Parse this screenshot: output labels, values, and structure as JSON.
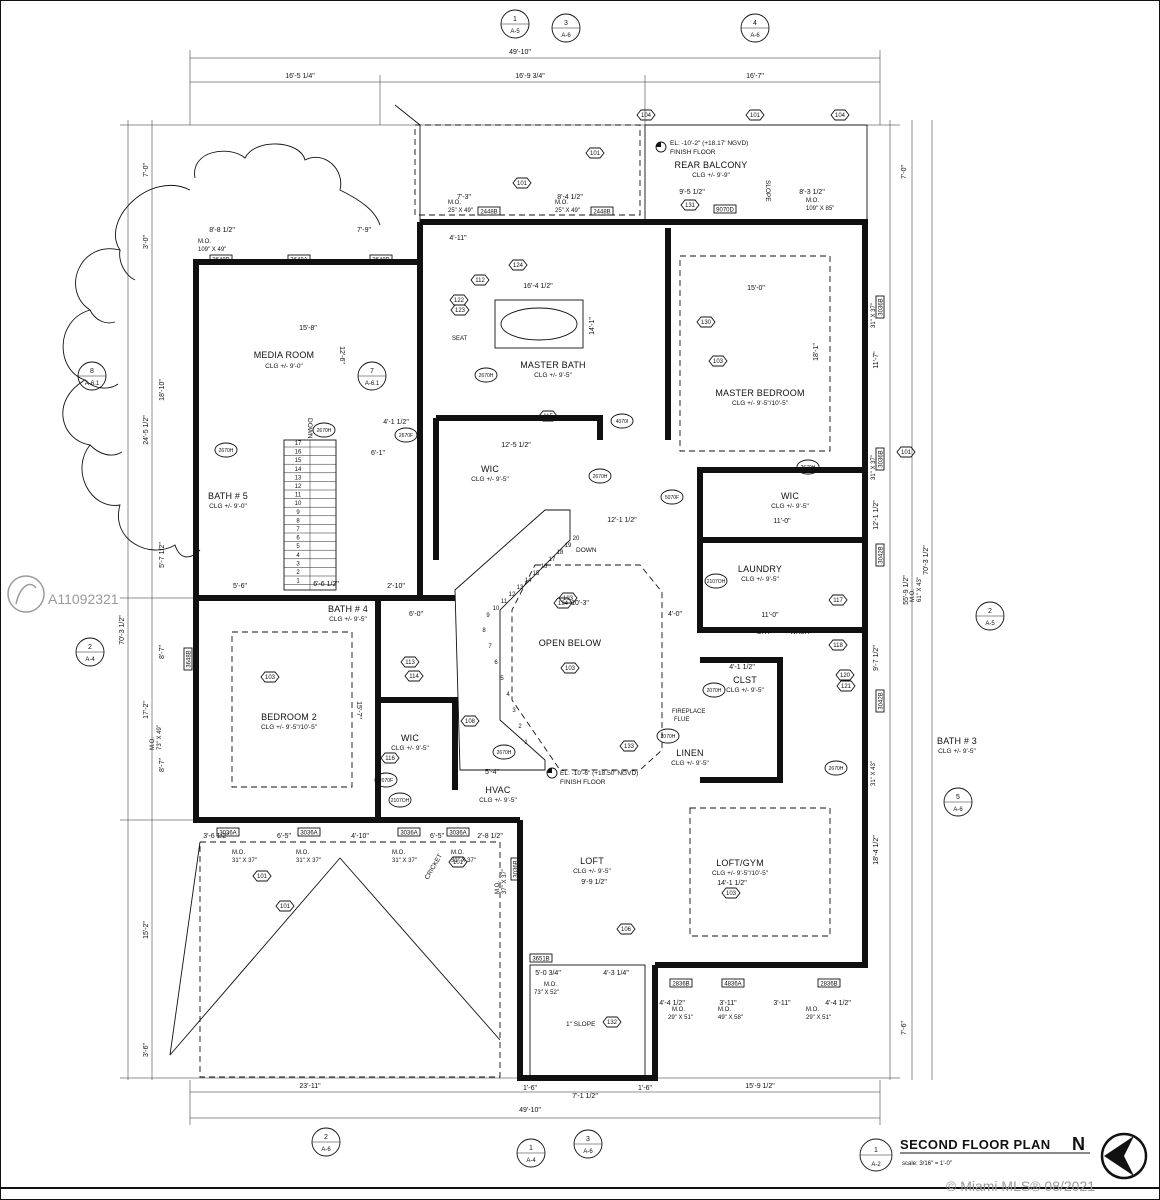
{
  "sheet": {
    "title": "SECOND FLOOR PLAN",
    "north": "N",
    "scale": "scale: 3/16\" = 1'-0\"",
    "sheet_ref_num": "1",
    "sheet_ref_sheet": "A-2",
    "watermark_id": "A11092321",
    "watermark_credit": "© Miami MLS® 08/2021"
  },
  "rooms": {
    "media_room": {
      "name": "MEDIA ROOM",
      "clg": "CLG +/- 9'-0\""
    },
    "master_bath": {
      "name": "MASTER BATH",
      "clg": "CLG +/- 9'-5\""
    },
    "master_bedroom": {
      "name": "MASTER BEDROOM",
      "clg": "CLG +/- 9'-5\"/10'-5\""
    },
    "rear_balcony": {
      "name": "REAR BALCONY",
      "clg": "CLG +/- 9'-9\""
    },
    "wic_master": {
      "name": "WIC",
      "clg": "CLG +/- 9'-5\""
    },
    "wic_right": {
      "name": "WIC",
      "clg": "CLG +/- 9'-5\""
    },
    "bath5": {
      "name": "BATH # 5",
      "clg": "CLG +/- 9'-0\""
    },
    "bath4": {
      "name": "BATH # 4",
      "clg": "CLG +/- 9'-5\""
    },
    "bath3": {
      "name": "BATH # 3",
      "clg": "CLG +/- 9'-5\""
    },
    "bedroom2": {
      "name": "BEDROOM 2",
      "clg": "CLG +/- 9'-5\"/10'-5\""
    },
    "wic_bed2": {
      "name": "WIC",
      "clg": "CLG +/- 9'-5\""
    },
    "open_below": {
      "name": "OPEN BELOW"
    },
    "laundry": {
      "name": "LAUNDRY",
      "clg": "CLG +/- 9'-5\""
    },
    "clst": {
      "name": "CLST",
      "clg": "CLG +/- 9'-5\""
    },
    "linen": {
      "name": "LINEN",
      "clg": "CLG +/- 9'-5\""
    },
    "hvac": {
      "name": "HVAC",
      "clg": "CLG +/- 9'-5\""
    },
    "loft": {
      "name": "LOFT",
      "clg": "CLG +/- 9'-5\""
    },
    "loft_gym": {
      "name": "LOFT/GYM",
      "clg": "CLG +/- 9'-5\"/10'-5\""
    }
  },
  "notes": {
    "el_top": "EL: -10'-2\" (+18.17' NGVD)",
    "finish_floor_top": "FINISH FLOOR",
    "el_mid": "EL: -10'-6\" (+18.50' NGVD)",
    "finish_floor_mid": "FINISH FLOOR",
    "slope_right": "SLOPE",
    "slope_bottom": "1\" SLOPE",
    "down_1": "DOWN",
    "down_2": "DOWN",
    "cricket": "CRICKET",
    "fireplace": "FIREPLACE",
    "flue": "FLUE",
    "dry": "DRY",
    "wash": "WASH",
    "seat": "SEAT"
  },
  "dimensions": {
    "overall_top": "49'-10\"",
    "overall_bottom": "49'-10\"",
    "top_segments": [
      "16'-5 1/4\"",
      "16'-9 3/4\"",
      "16'-7\""
    ],
    "bottom_segments": [
      "23'-11\"",
      "7'-1 1/2\"",
      "15'-9 1/2\""
    ],
    "bottom_small": [
      "1'-6\"",
      "1'-6\""
    ],
    "left_overall": "70'-3 1/2\"",
    "left_segments": [
      "24'-5 1/2\"",
      "17'-2\"",
      "15'-2\""
    ],
    "left_small": [
      "7'-0\"",
      "3'-0\"",
      "18'-10\"",
      "5'-7 1/2\"",
      "8'-7\"",
      "8'-7\"",
      "3'-6\""
    ],
    "right_overall": "70'-3 1/2\"",
    "right_mid": "55'-9 1/2\"",
    "right_segments": [
      "7'-0\"",
      "18'-1\"",
      "12'-1 1/2\"",
      "18'-4 1/2\"",
      "7'-6\""
    ],
    "right_small": [
      "11'-7\"",
      "9'-7 1/2\""
    ],
    "inner": {
      "media_w": "15'-8\"",
      "media_h": "12'-6\"",
      "d_8_8": "8'-8 1/2\"",
      "d_7_9": "7'-9\"",
      "d_7_3": "7'-3\"",
      "d_8_4": "8'-4 1/2\"",
      "d_9_5": "9'-5 1/2\"",
      "d_8_3": "8'-3 1/2\"",
      "d_4_11": "4'-11\"",
      "d_16_4": "16'-4 1/2\"",
      "d_15_0": "15'-0\"",
      "d_14_1": "14'-1\"",
      "d_12_5": "12'-5 1/2\"",
      "d_4_1": "4'-1 1/2\"",
      "d_6_1": "6'-1\"",
      "d_12_1": "12'-1 1/2\"",
      "d_11_0": "11'-0\"",
      "d_10_3": "10'-3\"",
      "d_4_0": "4'-0\"",
      "d_11_0b": "11'-0\"",
      "d_15_7": "15'-7\"",
      "d_5_6": "5'-6\"",
      "d_6_0": "6'-0\"",
      "d_2_10": "2'-10\"",
      "d_6_6": "6'-6 1/2\"",
      "d_5_4": "5'-4\"",
      "d_9_9": "9'-9 1/2\"",
      "d_14_1b": "14'-1 1/2\"",
      "d_5_0": "5'-0 3/4\"",
      "d_4_3": "4'-3 1/4\"",
      "d_4_4a": "4'-4 1/2\"",
      "d_3_11a": "3'-11\"",
      "d_3_11b": "3'-11\"",
      "d_4_4b": "4'-4 1/2\"",
      "d_3_6a": "3'-6 1/2\"",
      "d_6_5": "6'-5\"",
      "d_4_10": "4'-10\"",
      "d_6_5b": "6'-5\"",
      "d_2_8": "2'-8 1/2\"",
      "d_4_1b": "4'-1 1/2\""
    }
  },
  "openings": [
    {
      "tag": "3648B",
      "mo": "M.O.",
      "size": "109\" X 49\""
    },
    {
      "tag": "3648A",
      "mo": "",
      "size": ""
    },
    {
      "tag": "3648B",
      "mo": "",
      "size": ""
    },
    {
      "tag": "2448B",
      "mo": "M.O.",
      "size": "25\" X 49\""
    },
    {
      "tag": "2448B",
      "mo": "M.O.",
      "size": "25\" X 49\""
    },
    {
      "tag": "9070D",
      "mo": "M.O.",
      "size": "109\" X 85\""
    },
    {
      "tag": "3036A",
      "mo": "M.O.",
      "size": "31\" X 37\""
    },
    {
      "tag": "3036A",
      "mo": "M.O.",
      "size": "31\" X 37\""
    },
    {
      "tag": "3036A",
      "mo": "M.O.",
      "size": "31\" X 37\""
    },
    {
      "tag": "3036A",
      "mo": "M.O.",
      "size": "31\" X 37\""
    },
    {
      "tag": "3651B",
      "mo": "M.O.",
      "size": "73\" X 52\""
    },
    {
      "tag": "2836B",
      "mo": "M.O.",
      "size": "29\" X 51\""
    },
    {
      "tag": "4836A",
      "mo": "M.O.",
      "size": "49\" X 58\""
    },
    {
      "tag": "2836B",
      "mo": "M.O.",
      "size": "29\" X 51\""
    },
    {
      "tag": "3036B",
      "mo": "M.O.",
      "size": "31\" X 37\""
    },
    {
      "tag": "3036B",
      "mo": "M.O.",
      "size": "31\" X 37\""
    },
    {
      "tag": "3042B",
      "mo": "M.O.",
      "size": "61\" X 43\""
    },
    {
      "tag": "3042B",
      "mo": "M.O.",
      "size": "31\" X 43\""
    },
    {
      "tag": "3648B",
      "mo": "M.O.",
      "size": "73\" X 49\""
    },
    {
      "tag": "3036B",
      "mo": "M.O.",
      "size": "37\" X 37\""
    }
  ],
  "section_markers": [
    {
      "num": "1",
      "sheet": "A-5"
    },
    {
      "num": "3",
      "sheet": "A-6"
    },
    {
      "num": "4",
      "sheet": "A-6"
    },
    {
      "num": "8",
      "sheet": "A-6.1"
    },
    {
      "num": "7",
      "sheet": "A-6.1"
    },
    {
      "num": "2",
      "sheet": "A-4"
    },
    {
      "num": "2",
      "sheet": "A-5"
    },
    {
      "num": "5",
      "sheet": "A-6"
    },
    {
      "num": "2",
      "sheet": "A-6"
    },
    {
      "num": "1",
      "sheet": "A-4"
    },
    {
      "num": "3",
      "sheet": "A-6"
    }
  ],
  "door_tags": [
    "2670H",
    "2670H",
    "2670F",
    "2670H",
    "5070F",
    "2670H",
    "4070I",
    "2070H",
    "2070H",
    "2670H",
    "2670H",
    "2670H",
    "2070F",
    "2107OH",
    "2107OH"
  ],
  "keynotes": [
    "101",
    "101",
    "101",
    "101",
    "101",
    "101",
    "101",
    "103",
    "103",
    "103",
    "103",
    "103",
    "104",
    "104",
    "106",
    "108",
    "112",
    "113",
    "114",
    "115",
    "116",
    "117",
    "118",
    "120",
    "121",
    "122",
    "123",
    "124",
    "130",
    "131",
    "132",
    "133",
    "134"
  ],
  "stairs": {
    "left_steps": [
      "17",
      "16",
      "15",
      "14",
      "13",
      "12",
      "11",
      "10",
      "9",
      "8",
      "7",
      "6",
      "5",
      "4",
      "3",
      "2",
      "1"
    ],
    "main_steps": [
      "20",
      "19",
      "18",
      "17",
      "16",
      "15",
      "14",
      "13",
      "12",
      "11",
      "10",
      "9",
      "8",
      "7",
      "6",
      "5",
      "4",
      "3",
      "2",
      "1"
    ]
  },
  "colors": {
    "ink": "#111111",
    "paper": "#ffffff",
    "watermark": "#9a9a9a"
  }
}
